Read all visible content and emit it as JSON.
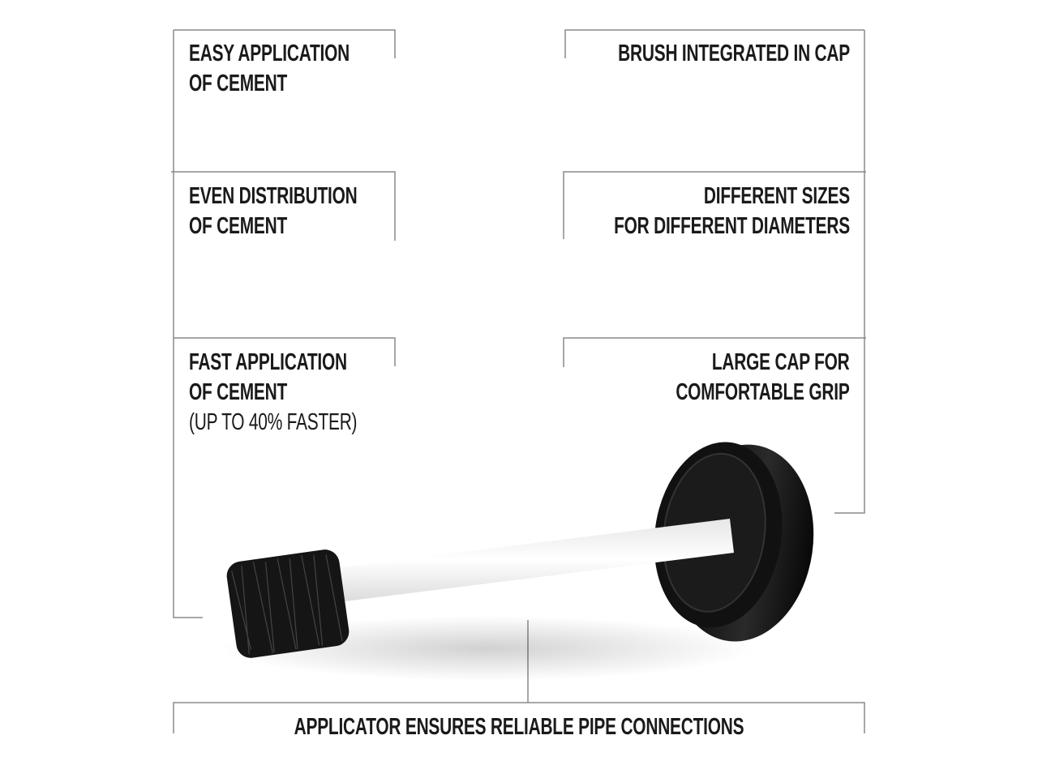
{
  "features": {
    "easy_application": [
      "EASY APPLICATION",
      "OF CEMENT"
    ],
    "brush_integrated": [
      "BRUSH INTEGRATED IN CAP"
    ],
    "even_distribution": [
      "EVEN DISTRIBUTION",
      "OF CEMENT"
    ],
    "different_sizes": [
      "DIFFERENT SIZES",
      "FOR DIFFERENT DIAMETERS"
    ],
    "fast_application": [
      "FAST APPLICATION",
      "OF CEMENT"
    ],
    "fast_application_note": "(UP TO 40% FASTER)",
    "large_cap": [
      "LARGE CAP FOR",
      "COMFORTABLE GRIP"
    ],
    "applicator_summary": "APPLICATOR ENSURES RELIABLE PIPE CONNECTIONS"
  },
  "colors": {
    "line": "#8a8a8a",
    "text": "#1a1a1a",
    "cap": "#0d0d0d",
    "stick": "#f2f2f2"
  }
}
